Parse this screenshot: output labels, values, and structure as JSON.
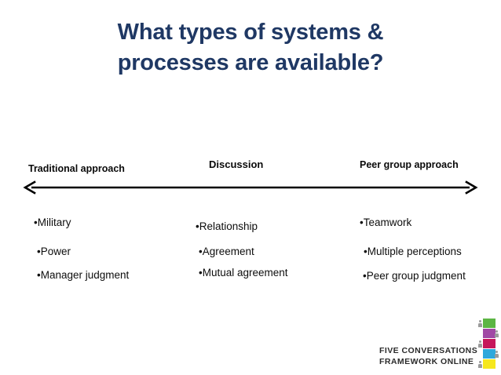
{
  "slide": {
    "background_color": "#ffffff",
    "title_color": "#1F3864",
    "body_text_color": "#0d0d0d",
    "title": {
      "line1": "What types of systems &",
      "line2": "processes are available?"
    },
    "axis": {
      "name": "double-headed-horizontal-arrow",
      "direction": "both",
      "color": "#000000"
    },
    "columns": [
      {
        "header": "Traditional approach",
        "items": [
          "Military",
          "Power",
          "Manager judgment"
        ]
      },
      {
        "header": "Discussion",
        "items": [
          "Relationship",
          "Agreement",
          "Mutual agreement"
        ]
      },
      {
        "header": "Peer group approach",
        "items": [
          "Teamwork",
          "Multiple perceptions",
          "Peer group judgment"
        ]
      }
    ],
    "bullet_glyph": "•",
    "logo": {
      "line1": "FIVE CONVERSATIONS",
      "line2": "FRAMEWORK ONLINE",
      "text_color": "#2b2b2b",
      "swatches": [
        {
          "name": "green",
          "color": "#5CB544"
        },
        {
          "name": "purple",
          "color": "#A149A5"
        },
        {
          "name": "crimson",
          "color": "#C6175B"
        },
        {
          "name": "blue",
          "color": "#2EA8DC"
        },
        {
          "name": "yellow",
          "color": "#F6E71D"
        }
      ]
    }
  }
}
